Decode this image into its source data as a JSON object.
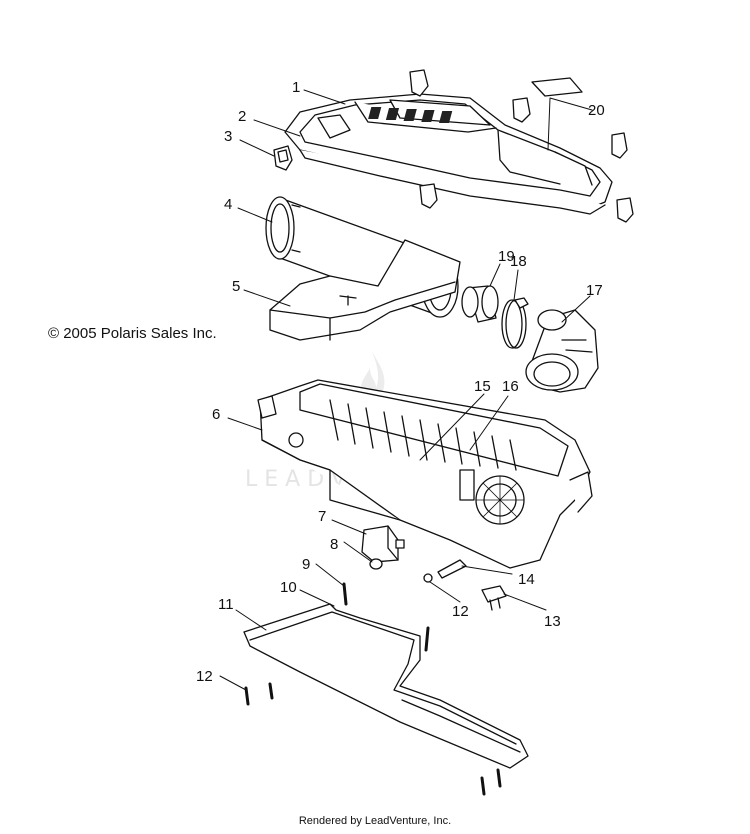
{
  "copyright": "© 2005 Polaris Sales Inc.",
  "rendered_by": "Rendered by LeadVenture, Inc.",
  "watermark": "LEADVENTURE",
  "callouts": [
    {
      "id": "1",
      "label": "1"
    },
    {
      "id": "2",
      "label": "2"
    },
    {
      "id": "3",
      "label": "3"
    },
    {
      "id": "4",
      "label": "4"
    },
    {
      "id": "5",
      "label": "5"
    },
    {
      "id": "6",
      "label": "6"
    },
    {
      "id": "7",
      "label": "7"
    },
    {
      "id": "8",
      "label": "8"
    },
    {
      "id": "9",
      "label": "9"
    },
    {
      "id": "10",
      "label": "10"
    },
    {
      "id": "11",
      "label": "11"
    },
    {
      "id": "12a",
      "label": "12"
    },
    {
      "id": "12b",
      "label": "12"
    },
    {
      "id": "13",
      "label": "13"
    },
    {
      "id": "14",
      "label": "14"
    },
    {
      "id": "15",
      "label": "15"
    },
    {
      "id": "16",
      "label": "16"
    },
    {
      "id": "17",
      "label": "17"
    },
    {
      "id": "18",
      "label": "18"
    },
    {
      "id": "19",
      "label": "19"
    },
    {
      "id": "20",
      "label": "20"
    }
  ]
}
